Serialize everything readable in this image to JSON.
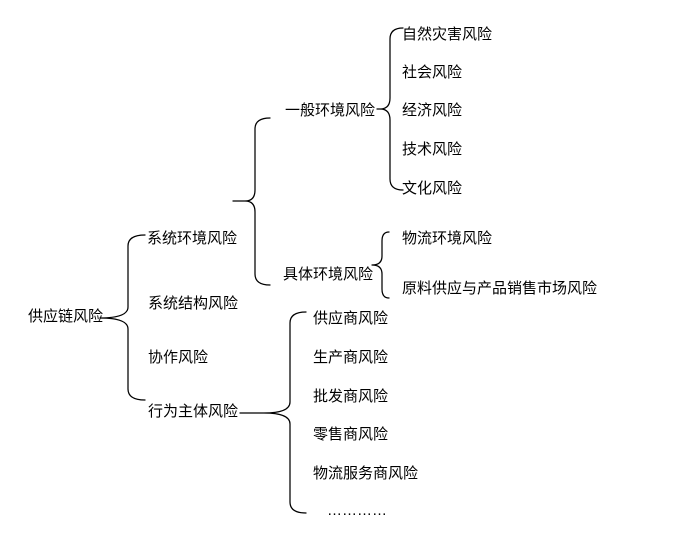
{
  "diagram": {
    "root": "供应链风险",
    "level1": {
      "system_env": "系统环境风险",
      "system_struct": "系统结构风险",
      "cooperation": "协作风险",
      "behavior": "行为主体风险"
    },
    "env_level": {
      "general": "一般环境风险",
      "specific": "具体环境风险"
    },
    "general_children": [
      "自然灾害风险",
      "社会风险",
      "经济风险",
      "技术风险",
      "文化风险"
    ],
    "specific_children": [
      "物流环境风险",
      "原料供应与产品销售市场风险"
    ],
    "behavior_children": [
      "供应商风险",
      "生产商风险",
      "批发商风险",
      "零售商风险",
      "物流服务商风险",
      "…………"
    ],
    "colors": {
      "text": "#000000",
      "line": "#000000",
      "background": "#ffffff"
    }
  }
}
